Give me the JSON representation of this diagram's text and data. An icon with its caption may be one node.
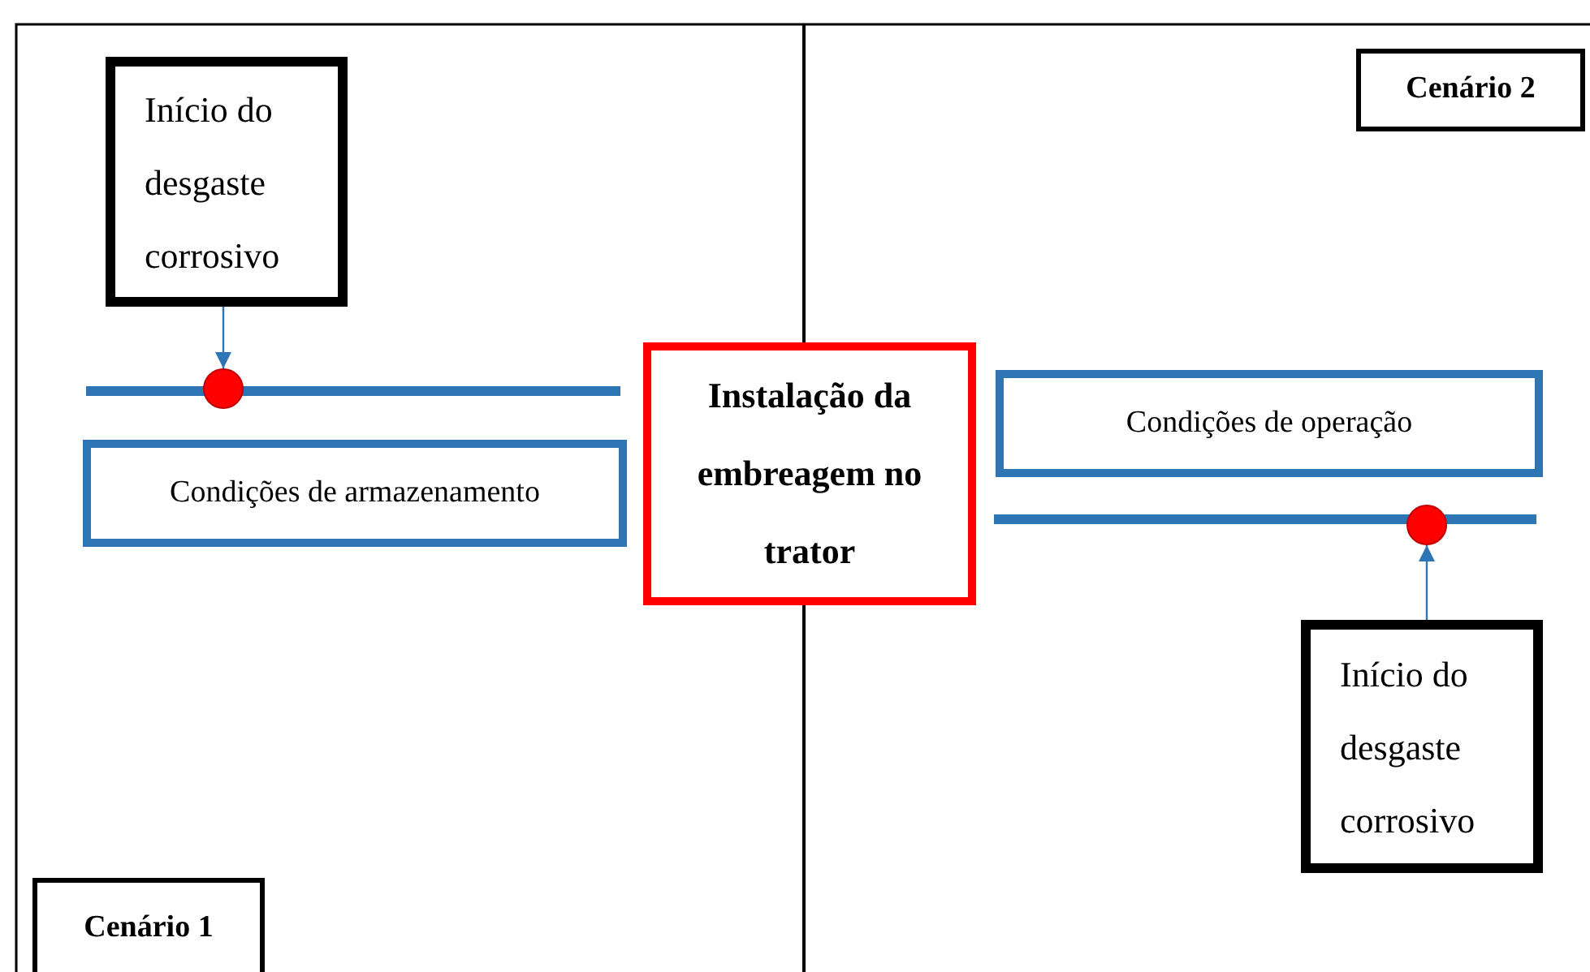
{
  "diagram": {
    "nodes": [
      {
        "text": [
          "Cenário 2"
        ]
      },
      {
        "text": [
          "Início do desgaste corrosivo"
        ]
      },
      {
        "text": [],
        "shape": "circle"
      },
      {
        "text": [
          "Instalação da embreagem no trator"
        ]
      },
      {
        "text": [
          "Condições de armazenamento"
        ]
      },
      {
        "text": [
          "Condições de operação"
        ]
      },
      {
        "text": [],
        "shape": "circle"
      },
      {
        "text": [
          "Início do desgaste corrosivo"
        ]
      },
      {
        "text": [
          "Cenário 1"
        ]
      }
    ],
    "edges": [
      {
        "from": 1,
        "to": 2,
        "arrow": "to"
      },
      {
        "from": 7,
        "to": 6,
        "arrow": "to"
      }
    ]
  }
}
